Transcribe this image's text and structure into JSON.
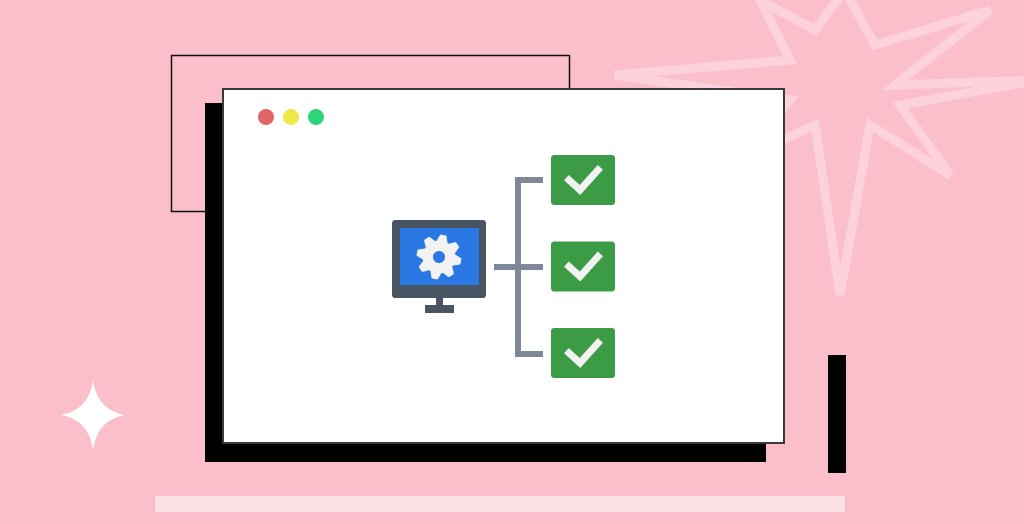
{
  "illustration": {
    "background_color": "#fbbfcc",
    "window": {
      "traffic_lights": [
        {
          "name": "close",
          "color": "#e06666"
        },
        {
          "name": "minimize",
          "color": "#f0e84a"
        },
        {
          "name": "maximize",
          "color": "#2ed47a"
        }
      ]
    },
    "monitor": {
      "icon": "gear-icon",
      "screen_color": "#2a78e4",
      "frame_color": "#4a5564"
    },
    "connector_color": "#7e8898",
    "checklist": [
      {
        "icon": "check-icon",
        "color": "#3c9c45"
      },
      {
        "icon": "check-icon",
        "color": "#3c9c45"
      },
      {
        "icon": "check-icon",
        "color": "#3c9c45"
      }
    ]
  }
}
